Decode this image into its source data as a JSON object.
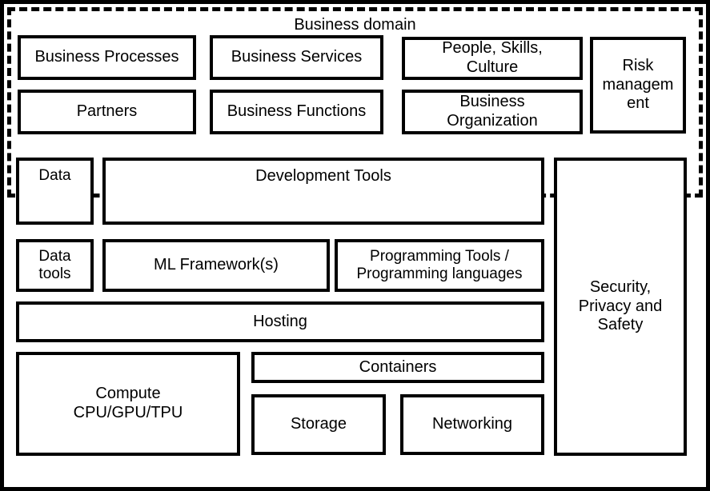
{
  "diagram": {
    "title": "Business domain",
    "frames": {
      "outer": {
        "style": "solid",
        "color": "#000000"
      },
      "business_domain": {
        "style": "dashed",
        "color": "#000000",
        "label": "Business domain"
      }
    },
    "business_domain_boxes": [
      {
        "id": "business-processes",
        "label": "Business Processes"
      },
      {
        "id": "business-services",
        "label": "Business Services"
      },
      {
        "id": "people-skills-culture",
        "label": "People, Skills,\nCulture"
      },
      {
        "id": "risk-management",
        "label": "Risk\nmanagem\nent"
      },
      {
        "id": "partners",
        "label": "Partners"
      },
      {
        "id": "business-functions",
        "label": "Business Functions"
      },
      {
        "id": "business-organization",
        "label": "Business\nOrganization"
      }
    ],
    "platform_boxes": [
      {
        "id": "data",
        "label": "Data"
      },
      {
        "id": "development-tools",
        "label": "Development Tools"
      },
      {
        "id": "data-tools",
        "label": "Data\ntools"
      },
      {
        "id": "ml-frameworks",
        "label": "ML Framework(s)"
      },
      {
        "id": "programming-tools",
        "label": "Programming Tools /\nProgramming languages"
      },
      {
        "id": "hosting",
        "label": "Hosting"
      }
    ],
    "infrastructure_boxes": [
      {
        "id": "compute",
        "label": "Compute\nCPU/GPU/TPU"
      },
      {
        "id": "containers",
        "label": "Containers"
      },
      {
        "id": "storage",
        "label": "Storage"
      },
      {
        "id": "networking",
        "label": "Networking"
      }
    ],
    "cross_cutting_boxes": [
      {
        "id": "security-privacy-safety",
        "label": "Security,\nPrivacy and\nSafety"
      }
    ]
  }
}
